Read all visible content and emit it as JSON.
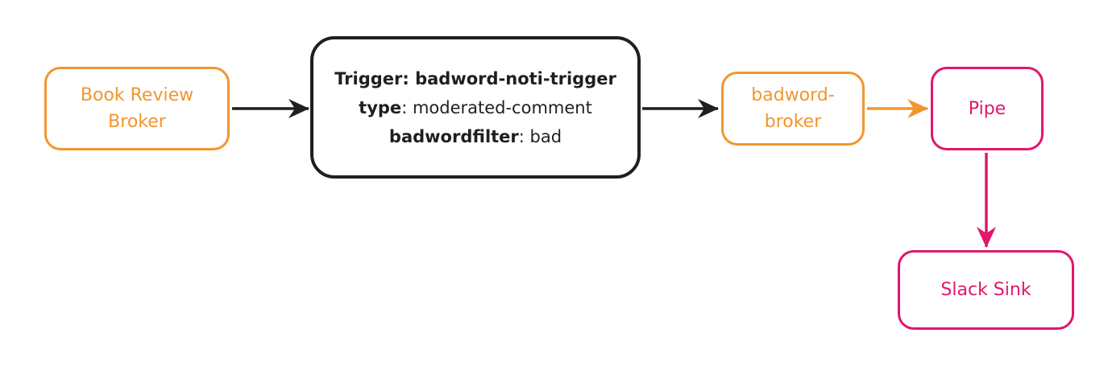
{
  "colors": {
    "orange": "#F2962E",
    "pink": "#E0176B",
    "black": "#1F1F1F"
  },
  "nodes": {
    "book_review_broker": {
      "label": "Book Review Broker"
    },
    "trigger": {
      "line1": "Trigger: badword-noti-trigger",
      "line2_key": "type",
      "line2_value": ": moderated-comment",
      "line3_key": "badwordfilter",
      "line3_value": ": bad"
    },
    "badword_broker": {
      "label": "badword-broker"
    },
    "pipe": {
      "label": "Pipe"
    },
    "slack_sink": {
      "label": "Slack Sink"
    }
  },
  "edges": [
    {
      "from": "Book Review Broker",
      "to": "Trigger",
      "color": "#1F1F1F",
      "direction": "right"
    },
    {
      "from": "Trigger",
      "to": "badword-broker",
      "color": "#1F1F1F",
      "direction": "right"
    },
    {
      "from": "badword-broker",
      "to": "Pipe",
      "color": "#F2962E",
      "direction": "right"
    },
    {
      "from": "Pipe",
      "to": "Slack Sink",
      "color": "#E0176B",
      "direction": "down"
    }
  ]
}
